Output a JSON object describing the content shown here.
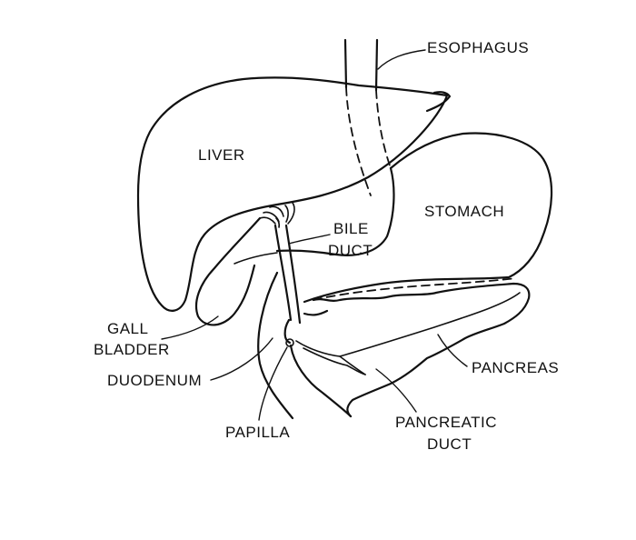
{
  "labels": {
    "esophagus": "ESOPHAGUS",
    "liver": "LIVER",
    "stomach": "STOMACH",
    "bile_duct_1": "BILE",
    "bile_duct_2": "DUCT",
    "gall_bladder_1": "GALL",
    "gall_bladder_2": "BLADDER",
    "duodenum": "DUODENUM",
    "pancreas": "PANCREAS",
    "papilla": "PAPILLA",
    "pancreatic_duct_1": "PANCREATIC",
    "pancreatic_duct_2": "DUCT"
  }
}
